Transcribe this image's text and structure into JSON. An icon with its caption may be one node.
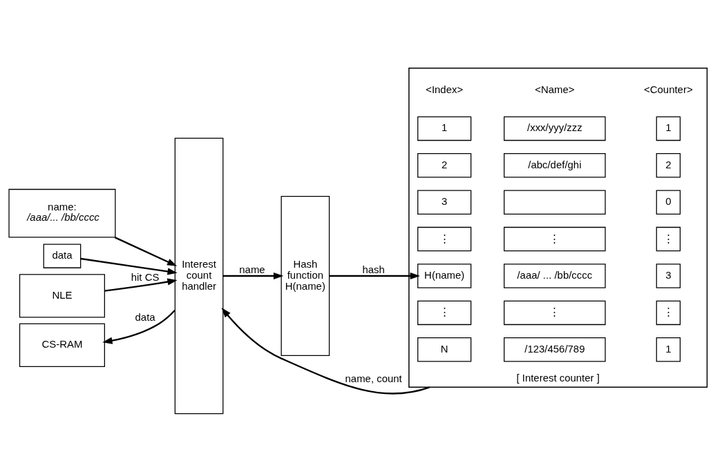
{
  "diagram": {
    "nodes": [
      {
        "text": [
          "name:",
          "/aaa/... /bb/cccc"
        ]
      },
      {
        "text": [
          "data"
        ]
      },
      {
        "text": [
          "NLE"
        ]
      },
      {
        "text": [
          "CS-RAM"
        ]
      },
      {
        "text": [
          "Interest count handler"
        ]
      },
      {
        "text": [
          "Hash function H(name)"
        ]
      },
      {
        "text": [
          "[ Interest counter ]"
        ]
      },
      {
        "text": [
          "1"
        ],
        "in": 6
      },
      {
        "text": [
          "/xxx/yyy/zzz"
        ],
        "in": 6
      },
      {
        "text": [
          "1"
        ],
        "in": 6
      },
      {
        "text": [
          "2"
        ],
        "in": 6
      },
      {
        "text": [
          "/abc/def/ghi"
        ],
        "in": 6
      },
      {
        "text": [
          "2"
        ],
        "in": 6
      },
      {
        "text": [
          "3"
        ],
        "in": 6
      },
      {
        "text": [],
        "shape": "box",
        "in": 6
      },
      {
        "text": [
          "0"
        ],
        "in": 6
      },
      {
        "text": [
          "⋮"
        ],
        "in": 6
      },
      {
        "text": [
          "⋮"
        ],
        "in": 6
      },
      {
        "text": [
          "⋮"
        ],
        "in": 6
      },
      {
        "text": [
          "H(name)"
        ],
        "in": 6
      },
      {
        "text": [
          "/aaa/ ... /bb/cccc"
        ],
        "in": 6
      },
      {
        "text": [
          "3"
        ],
        "in": 6
      },
      {
        "text": [
          "⋮"
        ],
        "in": 6
      },
      {
        "text": [
          "⋮"
        ],
        "in": 6
      },
      {
        "text": [
          "⋮"
        ],
        "in": 6
      },
      {
        "text": [
          "N"
        ],
        "in": 6
      },
      {
        "text": [
          "/123/456/789"
        ],
        "in": 6
      },
      {
        "text": [
          "1"
        ],
        "in": 6
      }
    ],
    "edges": [
      {
        "from": 0,
        "to": 4,
        "arrow": "to"
      },
      {
        "from": 1,
        "to": 4,
        "arrow": "to"
      },
      {
        "from": 2,
        "to": 4,
        "arrow": "to",
        "label": "hit CS"
      },
      {
        "from": 4,
        "to": 5,
        "arrow": "to",
        "label": "name"
      },
      {
        "from": 5,
        "to": 19,
        "arrow": "to",
        "label": "hash"
      },
      {
        "from": 6,
        "to": 4,
        "arrow": "to",
        "label": "name, count"
      },
      {
        "from": 4,
        "to": 3,
        "arrow": "to",
        "label": "data"
      }
    ],
    "labels": [
      "<Index>",
      "<Name>",
      "<Counter>"
    ]
  }
}
